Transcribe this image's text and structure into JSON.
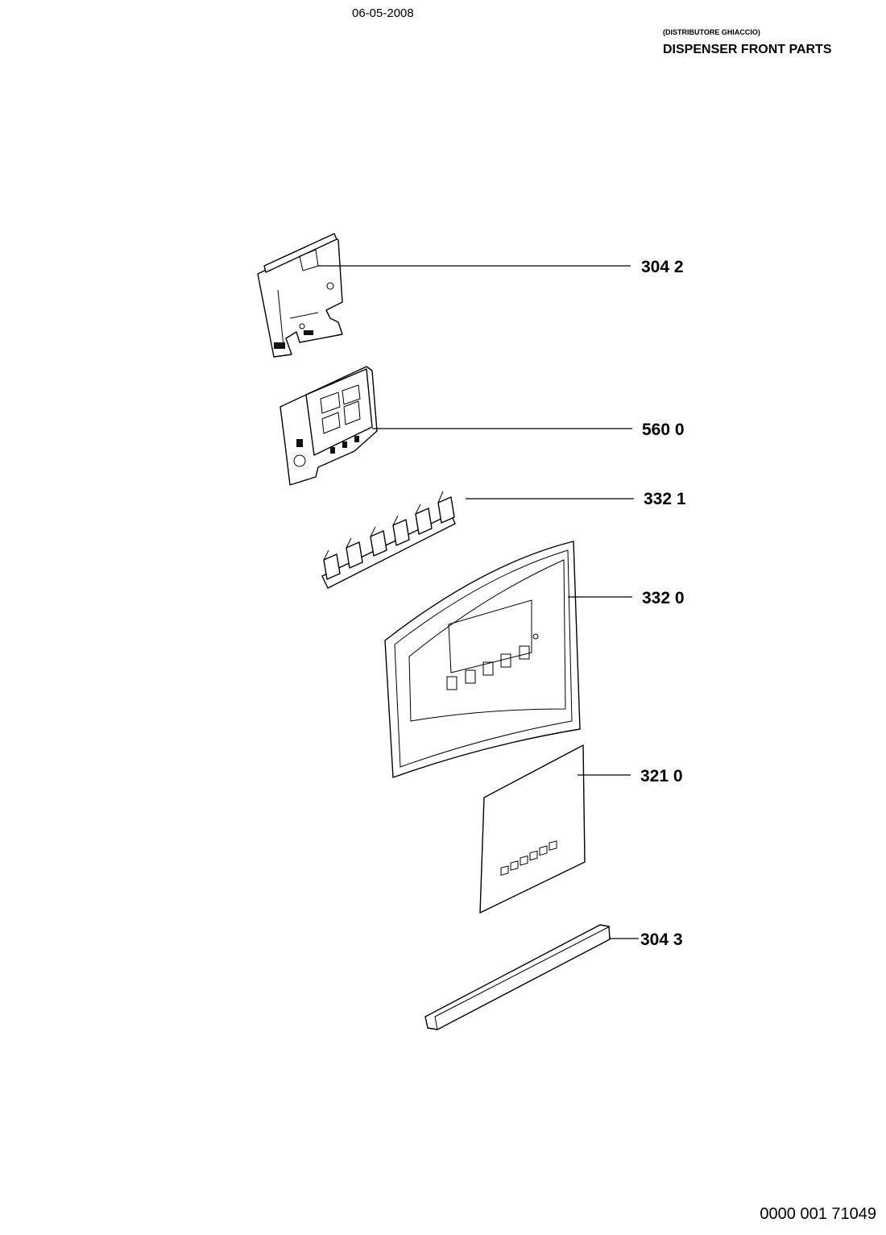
{
  "header": {
    "date": "06-05-2008",
    "subtitle": "(DISTRIBUTORE GHIACCIO)",
    "title": "DISPENSER FRONT PARTS"
  },
  "footer": {
    "document_number": "0000 001 71049"
  },
  "parts": [
    {
      "callout": "304 2",
      "depicts": "control-board-cover"
    },
    {
      "callout": "560 0",
      "depicts": "electronic-board"
    },
    {
      "callout": "332 1",
      "depicts": "button-strip"
    },
    {
      "callout": "332 0",
      "depicts": "dispenser-front-frame"
    },
    {
      "callout": "321 0",
      "depicts": "front-panel-plate"
    },
    {
      "callout": "304 3",
      "depicts": "trim-bar"
    }
  ]
}
